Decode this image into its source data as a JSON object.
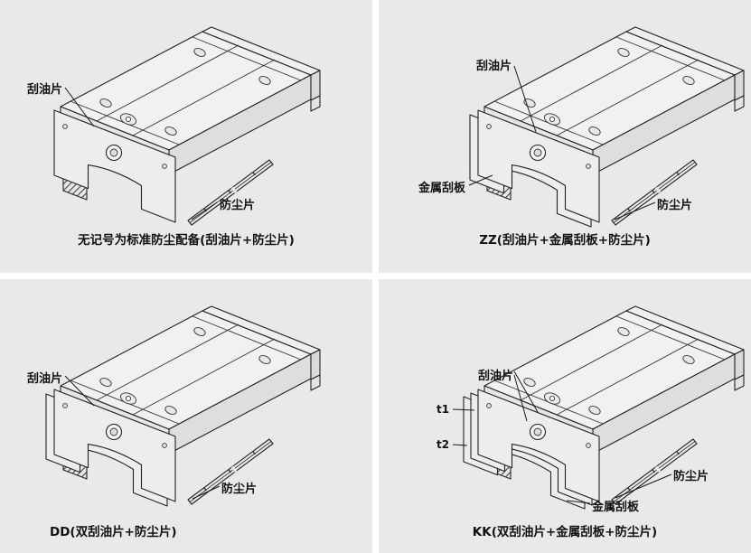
{
  "colors": {
    "panel_bg": "#e9e9e9",
    "divider": "#ffffff",
    "line": "#1a1a1a",
    "text": "#111111"
  },
  "quadrants": [
    {
      "id": "standard",
      "caption": "无记号为标准防尘配备(刮油片+防尘片)",
      "labels": {
        "oil_scraper": "刮油片",
        "dust_seal": "防尘片"
      }
    },
    {
      "id": "ZZ",
      "caption": "ZZ(刮油片+金属刮板+防尘片)",
      "labels": {
        "oil_scraper": "刮油片",
        "metal_scraper": "金属刮板",
        "dust_seal": "防尘片"
      }
    },
    {
      "id": "DD",
      "caption": "DD(双刮油片+防尘片)",
      "labels": {
        "oil_scraper": "刮油片",
        "dust_seal": "防尘片"
      }
    },
    {
      "id": "KK",
      "caption": "KK(双刮油片+金属刮板+防尘片)",
      "labels": {
        "oil_scraper": "刮油片",
        "t1": "t1",
        "t2": "t2",
        "dust_seal": "防尘片",
        "metal_scraper": "金属刮板"
      }
    }
  ]
}
